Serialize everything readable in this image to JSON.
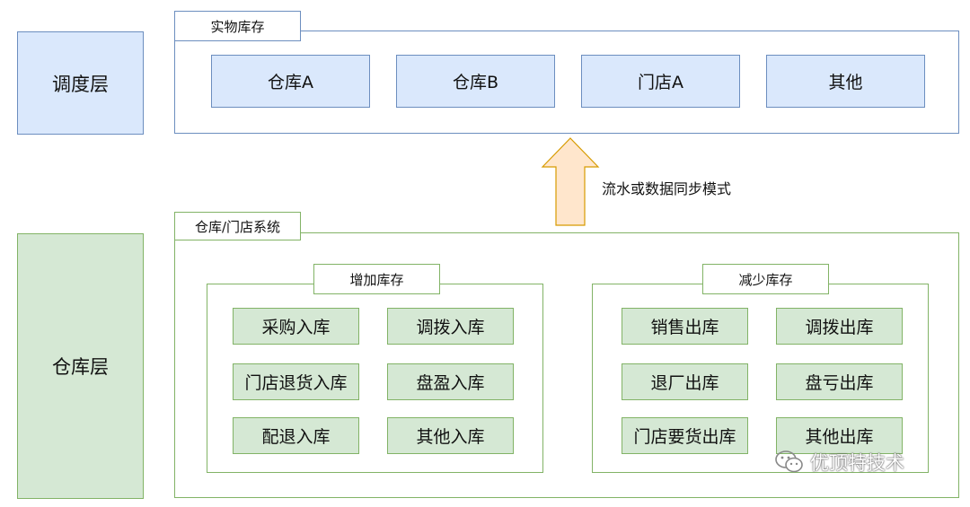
{
  "layers": {
    "dispatch": "调度层",
    "warehouse": "仓库层"
  },
  "physical_inventory": {
    "title": "实物库存",
    "nodes": [
      "仓库A",
      "仓库B",
      "门店A",
      "其他"
    ]
  },
  "sync_arrow": {
    "label": "流水或数据同步模式"
  },
  "warehouse_system": {
    "title": "仓库/门店系统",
    "increase": {
      "title": "增加库存",
      "nodes": [
        "采购入库",
        "调拨入库",
        "门店退货入库",
        "盘盈入库",
        "配退入库",
        "其他入库"
      ]
    },
    "decrease": {
      "title": "减少库存",
      "nodes": [
        "销售出库",
        "调拨出库",
        "退厂出库",
        "盘亏出库",
        "门店要货出库",
        "其他出库"
      ]
    }
  },
  "watermark": {
    "text": "优顶特技术",
    "icon": "wechat-icon"
  }
}
